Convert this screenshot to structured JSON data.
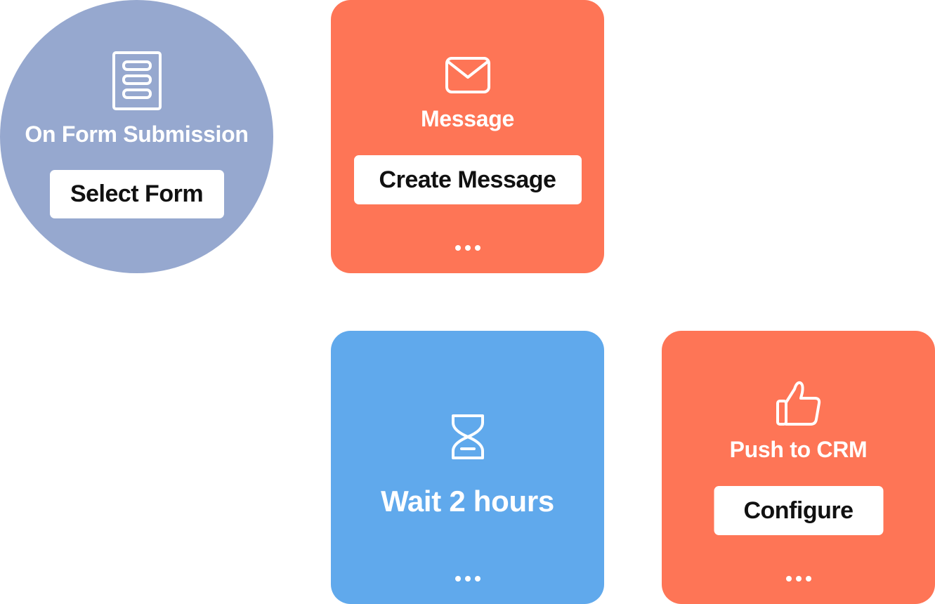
{
  "colors": {
    "trigger": "#96A8CF",
    "action": "#FE7556",
    "wait": "#60A9EC",
    "button_bg": "#FFFFFF",
    "button_text": "#111111"
  },
  "trigger": {
    "icon": "form-icon",
    "label": "On Form Submission",
    "button": "Select Form"
  },
  "message": {
    "icon": "envelope-icon",
    "label": "Message",
    "button": "Create Message",
    "more": "more-options-icon"
  },
  "wait": {
    "icon": "hourglass-icon",
    "label": "Wait 2 hours",
    "more": "more-options-icon"
  },
  "crm": {
    "icon": "thumbs-up-icon",
    "label": "Push to CRM",
    "button": "Configure",
    "more": "more-options-icon"
  }
}
